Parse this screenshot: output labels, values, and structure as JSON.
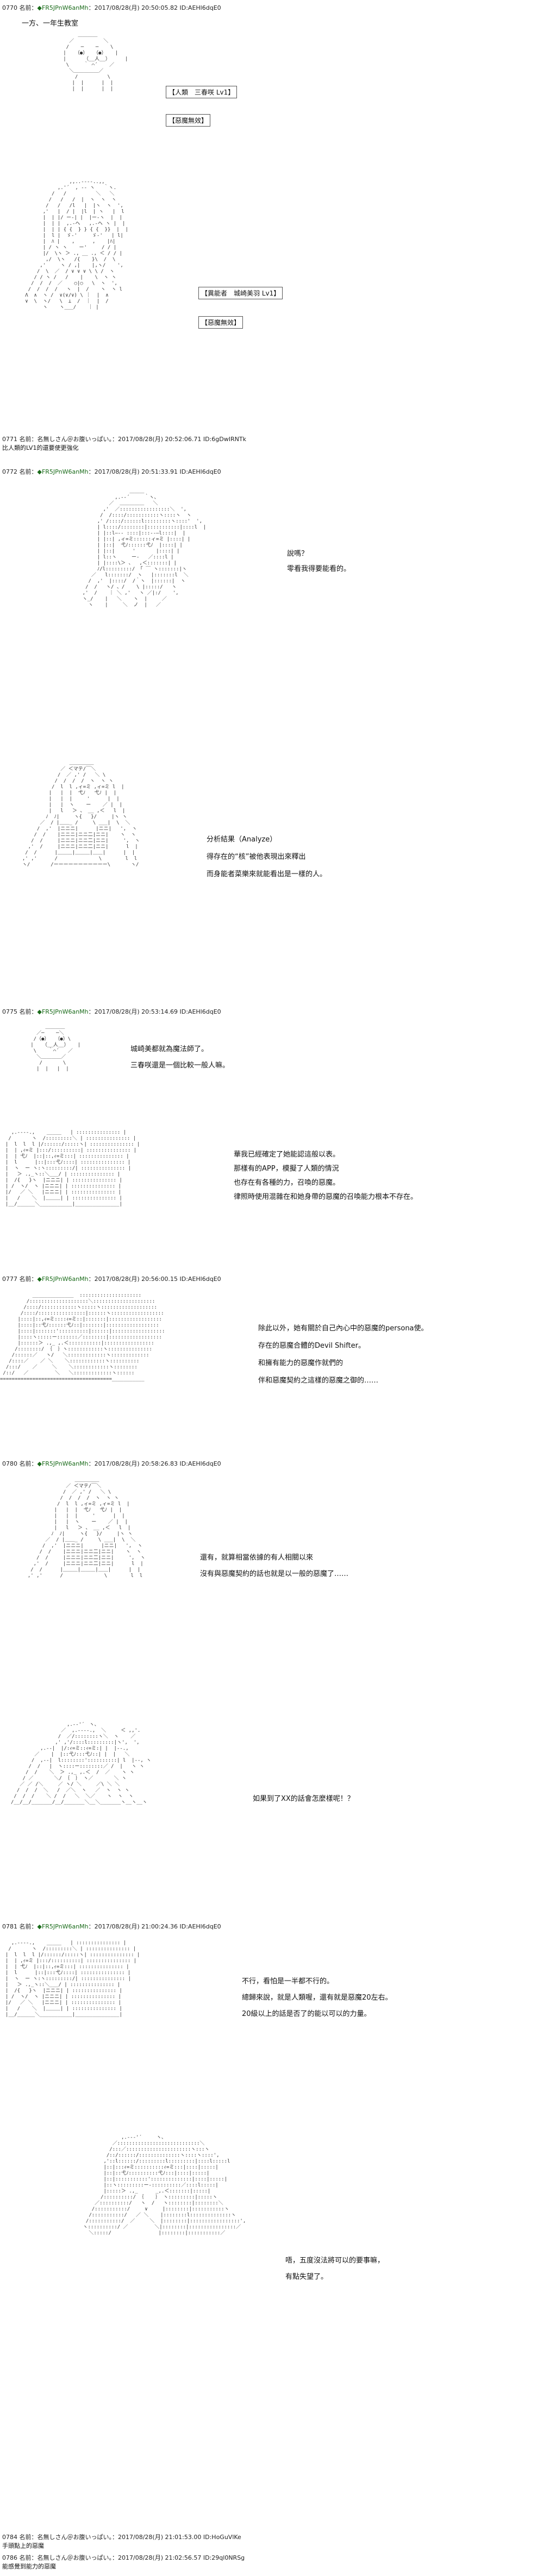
{
  "posts": [
    {
      "header": {
        "num": "0770",
        "label": "名前：",
        "name": "◆FR5JPnW6anMh",
        "meta": "：2017/08/28(月) 20:50:05.82 ID:AEHl6dqE0"
      },
      "lines": [
        "一方、一年生教室"
      ],
      "boxes": [
        "【人類　三春咲 Lv1】",
        "【惡魔無效】",
        "【異能者　城崎美羽 Lv1】",
        "【惡魔無效】"
      ]
    },
    {
      "header": {
        "num": "0772",
        "label": "名前：",
        "name": "◆FR5JPnW6anMh",
        "meta": "：2017/08/28(月) 20:51:33.91 ID:AEHl6dqE0"
      },
      "lines": [
        "說嗎？",
        "零看我得要能看的。",
        "分析結果（Analyze）",
        "得存在的“核”被他表現出來釋出",
        "而身能者菜樂來就能看出是一樣的人。"
      ]
    },
    {
      "header": {
        "num": "0775",
        "label": "名前：",
        "name": "◆FR5JPnW6anMh",
        "meta": "：2017/08/28(月) 20:53:14.69 ID:AEHl6dqE0"
      },
      "lines": [
        "城崎美都就為魔法師了。",
        "三春咲還是一個比較一般人嘛。",
        "華我已經確定了她能認這般以表。",
        "那樣有的APP，模擬了人類的情況",
        "也存在有各種的力，召喚的惡魔。",
        "律照時使用混雜在和她身帶的惡魔的召喚能力根本不存在。"
      ]
    },
    {
      "header": {
        "num": "0777",
        "label": "名前：",
        "name": "◆FR5JPnW6anMh",
        "meta": "：2017/08/28(月) 20:56:00.15 ID:AEHl6dqE0"
      },
      "lines": [
        "除此以外，她有關於自己內心中的惡魔的persona使。",
        "存在的惡魔合體的Devil Shifter。",
        "和擁有能力的惡魔作就們的",
        "伴和惡魔契約之這樣的惡魔之御的……"
      ]
    },
    {
      "header": {
        "num": "0780",
        "label": "名前：",
        "name": "◆FR5JPnW6anMh",
        "meta": "：2017/08/28(月) 20:58:26.83 ID:AEHl6dqE0"
      },
      "lines": [
        "還有，就算相當依據的有人相關以來",
        "沒有與惡魔契約的話也就是以一般的惡魔了……",
        "如果到了XX的話會怎麼樣呢！？"
      ]
    },
    {
      "header": {
        "num": "0781",
        "label": "名前：",
        "name": "◆FR5JPnW6anMh",
        "meta": "：2017/08/28(月) 21:00:24.36 ID:AEHl6dqE0"
      },
      "lines": [
        "不行，看怕是一半都不行的。",
        "總歸來說，就是人類喔，還有就是惡魔20左右。",
        "20級以上的話是否了的能以可以的力量。",
        "唔，五度沒法將可以的要事嘛，",
        "有點失望了。"
      ]
    }
  ],
  "replies": [
    {
      "num": "0771",
      "text": "名前：名無しさん＠お腹いっぱい。：2017/08/28(月) 20:52:06.71 ID:6gDwIRNTk",
      "body": "比人類的LV1的還要使更強化"
    },
    {
      "num": "0784",
      "text": "名前：名無しさん＠お腹いっぱい。：2017/08/28(月) 21:01:53.00 ID:HoGuVlKe",
      "body": "手頭點上的惡魔"
    },
    {
      "num": "0786",
      "text": "名前：名無しさん＠お腹いっぱい。：2017/08/28(月) 21:02:56.57 ID:29ql0NRSg",
      "body": "能感覺到能力的惡魔"
    }
  ]
}
